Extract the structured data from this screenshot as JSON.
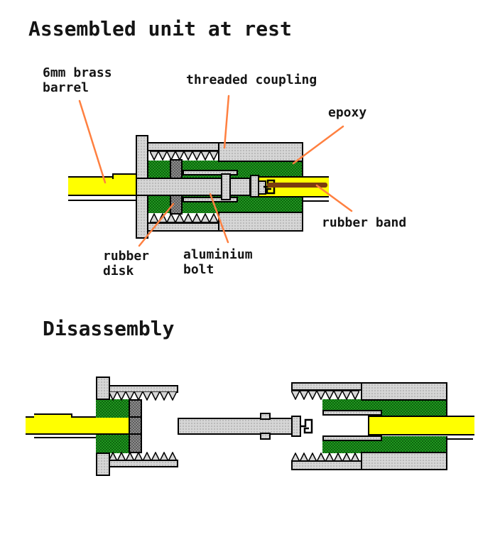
{
  "titles": {
    "assembled": "Assembled unit at rest",
    "disassembly": "Disassembly"
  },
  "labels": {
    "brass_barrel": "6mm brass\nbarrel",
    "threaded_coupling": "threaded coupling",
    "epoxy": "epoxy",
    "rubber_band": "rubber band",
    "rubber_disk": "rubber\ndisk",
    "aluminium_bolt": "aluminium\nbolt"
  },
  "colors": {
    "background": "#ffffff",
    "brass_yellow": "#ffff00",
    "epoxy_green": "#168016",
    "metal_gray": "#d6d6d6",
    "rubber_dark_gray": "#787878",
    "rubber_band_brown": "#7b3b10",
    "leader_line_orange": "#ff8040",
    "outline_black": "#000000",
    "text_black": "#151515"
  }
}
